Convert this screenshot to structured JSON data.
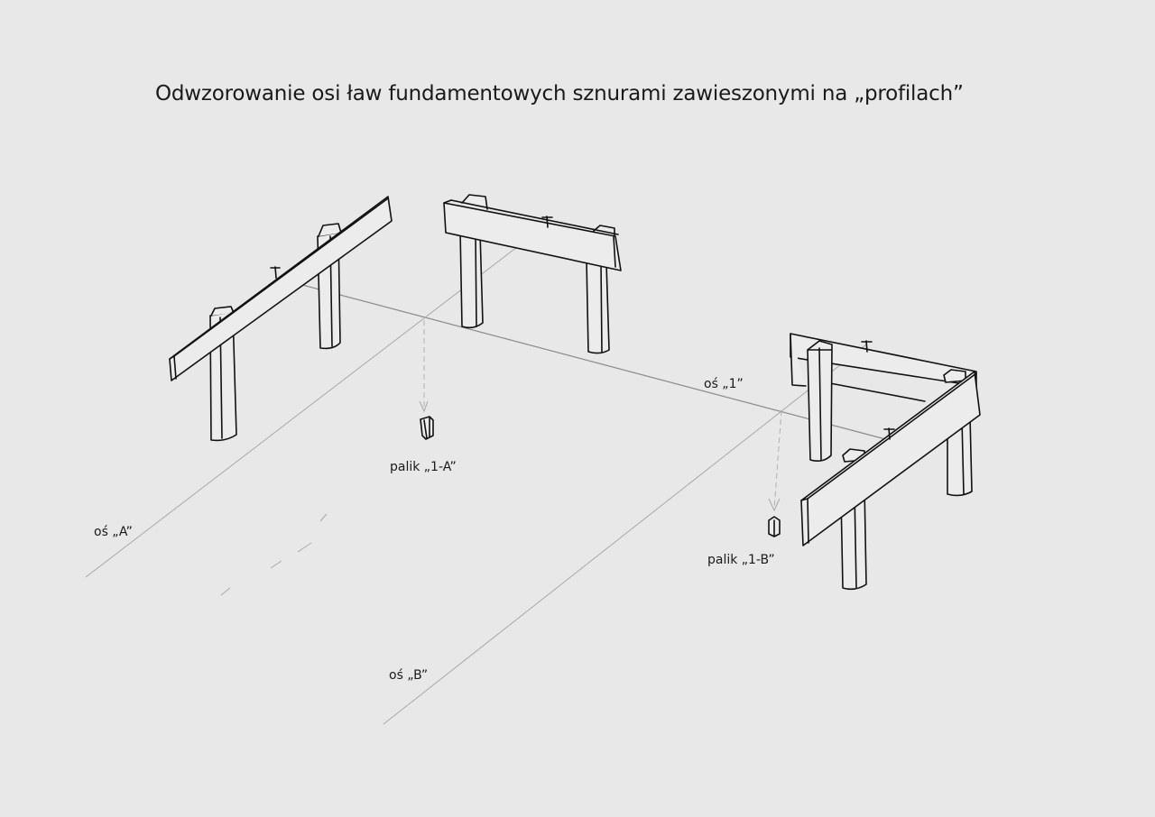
{
  "title": "Odwzorowanie osi ław fundamentowych sznurami zawieszonymi na „profilach”",
  "labels": {
    "axis_1": "oś „1”",
    "axis_A": "oś „A”",
    "axis_B": "oś „B”",
    "stake_1A": "palik „1-A”",
    "stake_1B": "palik „1-B”"
  },
  "colors": {
    "background": "#e8e8e8",
    "ink": "#111111",
    "string_line": "#8a8a8a"
  }
}
